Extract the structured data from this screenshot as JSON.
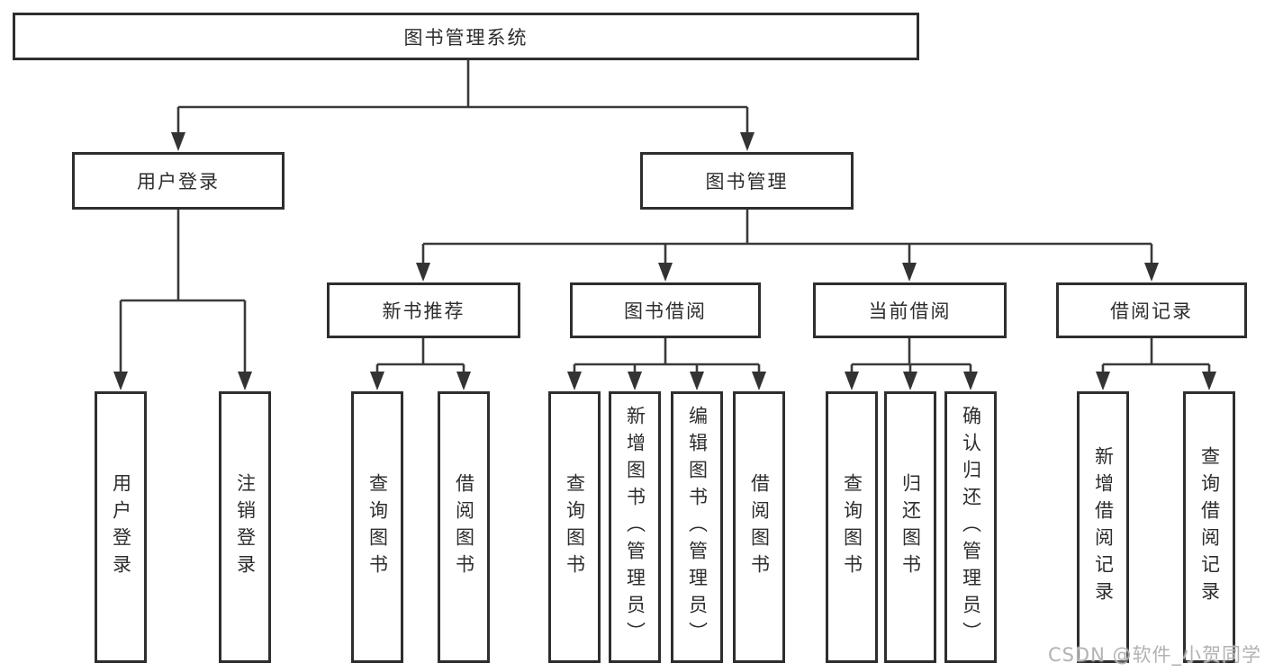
{
  "diagram": {
    "root": {
      "label": "图书管理系统"
    },
    "user_login": {
      "label": "用户登录",
      "children": [
        {
          "label": "用户登录"
        },
        {
          "label": "注销登录"
        }
      ]
    },
    "book_mgmt": {
      "label": "图书管理",
      "sections": [
        {
          "label": "新书推荐",
          "children": [
            {
              "label": "查询图书"
            },
            {
              "label": "借阅图书"
            }
          ]
        },
        {
          "label": "图书借阅",
          "children": [
            {
              "label": "查询图书"
            },
            {
              "label": "新增图书（管理员）"
            },
            {
              "label": "编辑图书（管理员）"
            },
            {
              "label": "借阅图书"
            }
          ]
        },
        {
          "label": "当前借阅",
          "children": [
            {
              "label": "查询图书"
            },
            {
              "label": "归还图书"
            },
            {
              "label": "确认归还（管理员）"
            }
          ]
        },
        {
          "label": "借阅记录",
          "children": [
            {
              "label": "新增借阅记录"
            },
            {
              "label": "查询借阅记录"
            }
          ]
        }
      ]
    },
    "watermark": "CSDN @软件_小贺同学",
    "colors": {
      "box_border": "#2e2e2e",
      "line": "#3a3a3a",
      "text": "#2d2d2d",
      "watermark": "#b2b2b2",
      "background": "#ffffff"
    }
  }
}
